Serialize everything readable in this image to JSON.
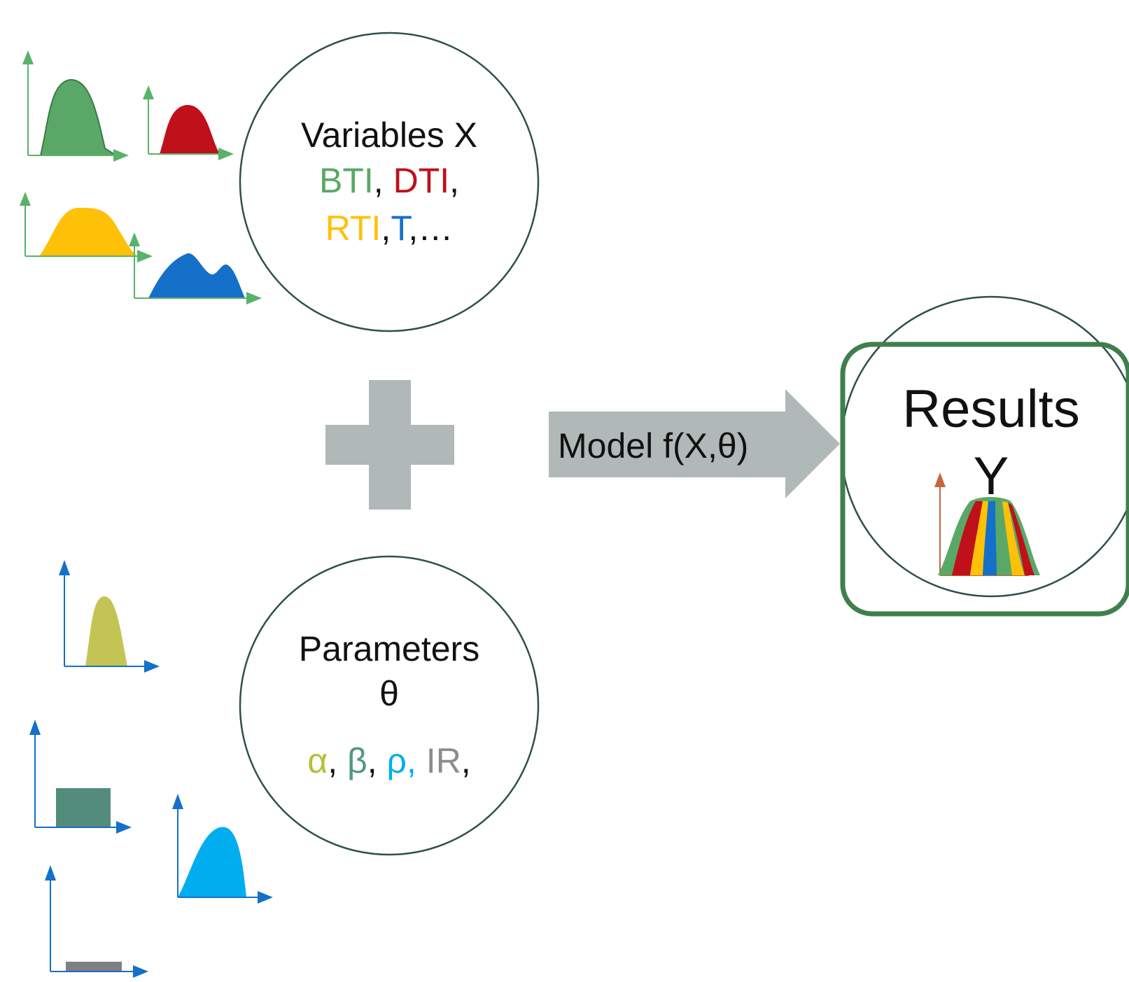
{
  "variables": {
    "title": "Variables X",
    "items": [
      {
        "label": "BTI",
        "color": "#5aa867"
      },
      {
        "label": "DTI",
        "color": "#c0101a"
      },
      {
        "label": "RTI",
        "color": "#ffc107"
      },
      {
        "label": "T",
        "color": "#1470c8"
      }
    ],
    "sep1": ", ",
    "sep2": ",",
    "sep3": ",",
    "tail": ",…"
  },
  "parameters": {
    "title": "Parameters",
    "symbol": "θ",
    "items": [
      {
        "label": "α",
        "color": "#b9bd3b"
      },
      {
        "label": "β",
        "color": "#4f9a7f"
      },
      {
        "label": "ρ,",
        "color": "#00aeef"
      },
      {
        "label": "IR",
        "color": "#8c8c8c"
      }
    ],
    "sep": ", ",
    "tail": ","
  },
  "model": {
    "label": "Model f(X,θ)"
  },
  "results": {
    "title": "Results",
    "symbol": "Y"
  },
  "colors": {
    "circle_stroke": "#2f4f4f",
    "plus": "#b0b8b8",
    "arrow": "#b0b8b8",
    "results_box": "#3f7f4c",
    "axis_green": "#5ab26a",
    "axis_blue": "#1470c8",
    "axis_orange": "#c8643c",
    "dist_green": "#5aa867",
    "dist_red": "#c0101a",
    "dist_yellow": "#ffc107",
    "dist_blue": "#1470c8",
    "param_olive": "#c4c454",
    "param_teal": "#548c7c",
    "param_cyan": "#00aeef",
    "param_grey": "#808080"
  },
  "icons": [
    "plus-icon",
    "right-arrow-icon",
    "distribution-icon"
  ]
}
